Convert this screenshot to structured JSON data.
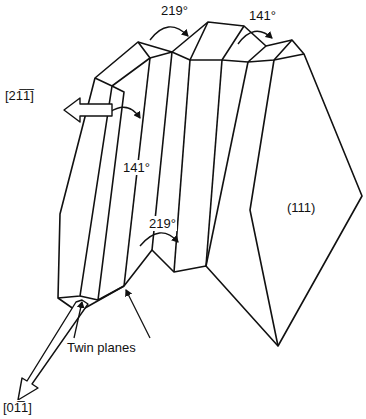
{
  "diagram": {
    "labels": [
      "219°",
      "141°",
      "[21̅1̅]",
      "141°",
      "219°",
      "(111)",
      "Twin planes",
      "[01̅1]"
    ]
  }
}
